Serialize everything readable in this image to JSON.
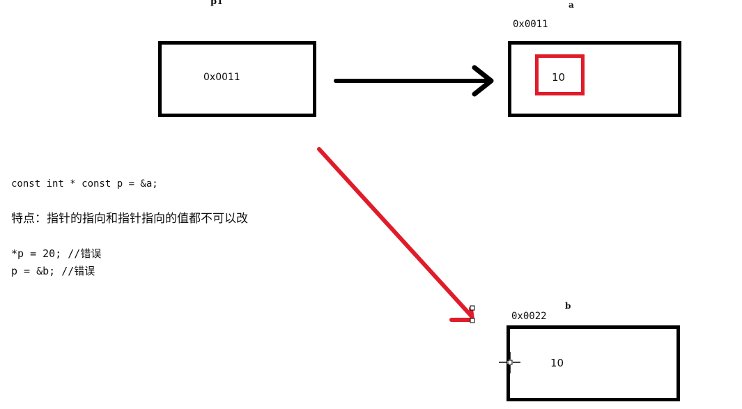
{
  "labels": {
    "p1_name": "p1",
    "a_name": "a",
    "b_name": "b",
    "a_address": "0x0011",
    "b_address": "0x0022"
  },
  "boxes": {
    "p1_value": "0x0011",
    "a_value": "10",
    "b_value": "10"
  },
  "text": {
    "line1": "const int * const p = &a;",
    "line2": "特点：指针的指向和指针指向的值都不可以改",
    "line3": "*p = 20; //错误",
    "line4": "p = &b;  //错误"
  },
  "colors": {
    "black": "#000000",
    "red": "#e01b2a"
  }
}
